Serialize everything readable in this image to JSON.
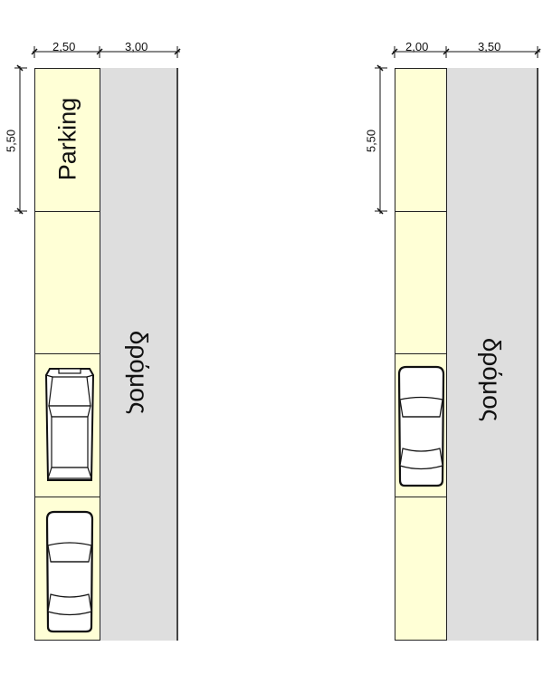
{
  "left_plan": {
    "dims": {
      "bay_width": "2,50",
      "road_width": "3,00",
      "bay_length": "5,50"
    },
    "bay_label": "Parking",
    "road_label": "δρόμος",
    "cars": [
      {
        "slot": 3,
        "type": "car-top-view-sedan-front-up"
      },
      {
        "slot": 4,
        "type": "car-top-view-rounded"
      }
    ]
  },
  "right_plan": {
    "dims": {
      "bay_width": "2,00",
      "road_width": "3,50",
      "bay_length": "5,50"
    },
    "road_label": "δρόμος",
    "cars": [
      {
        "slot": 3,
        "type": "car-top-view-rounded"
      }
    ]
  },
  "colors": {
    "bay_fill": "#ffffd6",
    "road_fill": "#dedede",
    "line": "#222222"
  }
}
